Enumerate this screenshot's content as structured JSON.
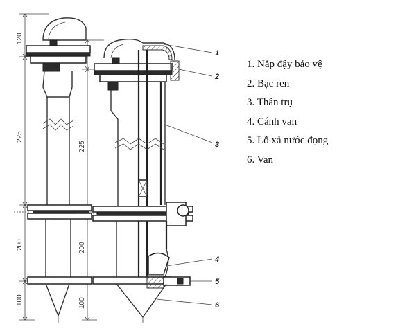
{
  "diagram": {
    "dimensions_left": [
      "120",
      "225",
      "200",
      "100"
    ],
    "dimensions_right": [
      "120",
      "225",
      "200",
      "100"
    ],
    "callouts": [
      "1",
      "2",
      "3",
      "4",
      "5",
      "6"
    ]
  },
  "legend": {
    "items": [
      "1. Nắp đậy bảo vệ",
      "2. Bạc ren",
      "3. Thân trụ",
      "4. Cánh van",
      "5. Lỗ xả nước đọng",
      "6. Van"
    ]
  }
}
